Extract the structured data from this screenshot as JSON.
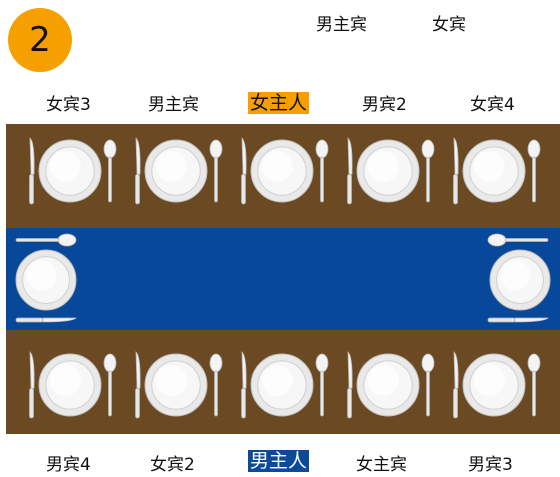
{
  "badge": {
    "number": "2",
    "color": "#f5a000"
  },
  "legend": {
    "male_guest": "男主宾",
    "female_guest": "女宾"
  },
  "top_labels": [
    {
      "text": "女宾3",
      "role": "guest"
    },
    {
      "text": "男主宾",
      "role": "guest"
    },
    {
      "text": "女主人",
      "role": "hostess"
    },
    {
      "text": "男宾2",
      "role": "guest"
    },
    {
      "text": "女宾4",
      "role": "guest"
    }
  ],
  "bottom_labels": [
    {
      "text": "男宾4",
      "role": "guest"
    },
    {
      "text": "女宾2",
      "role": "guest"
    },
    {
      "text": "男主人",
      "role": "host"
    },
    {
      "text": "女主宾",
      "role": "guest"
    },
    {
      "text": "男宾3",
      "role": "guest"
    }
  ],
  "colors": {
    "table_wood": "#6b4a23",
    "table_runner": "#08489a",
    "hostess_highlight": "#f5a000",
    "host_highlight": "#0a4a96"
  },
  "icons": {
    "plate": "plate-icon",
    "knife": "knife-icon",
    "spoon": "spoon-icon"
  }
}
